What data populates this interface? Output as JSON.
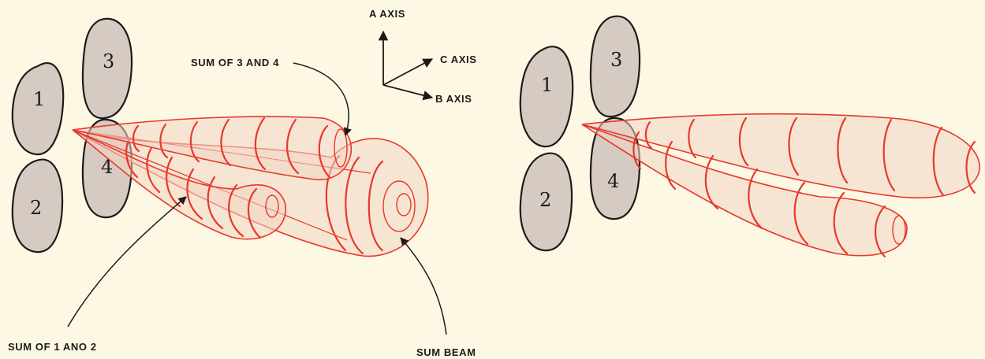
{
  "left_panel": {
    "feeds": [
      "1",
      "2",
      "3",
      "4"
    ],
    "axes": {
      "a": "A AXIS",
      "b": "B AXIS",
      "c": "C AXIS"
    },
    "labels": {
      "sum_3_4": "SUM OF 3 AND 4",
      "sum_1_2": "SUM OF 1 ANO 2",
      "sum_beam": "SUM BEAM"
    }
  },
  "right_panel": {
    "feeds": [
      "1",
      "2",
      "3",
      "4"
    ]
  },
  "colors": {
    "background": "#fdf8e4",
    "beam": "#e8382b",
    "beam_fill": "#f3d6c4",
    "feed_fill": "#d6cbc2",
    "ink": "#1e1a18"
  }
}
